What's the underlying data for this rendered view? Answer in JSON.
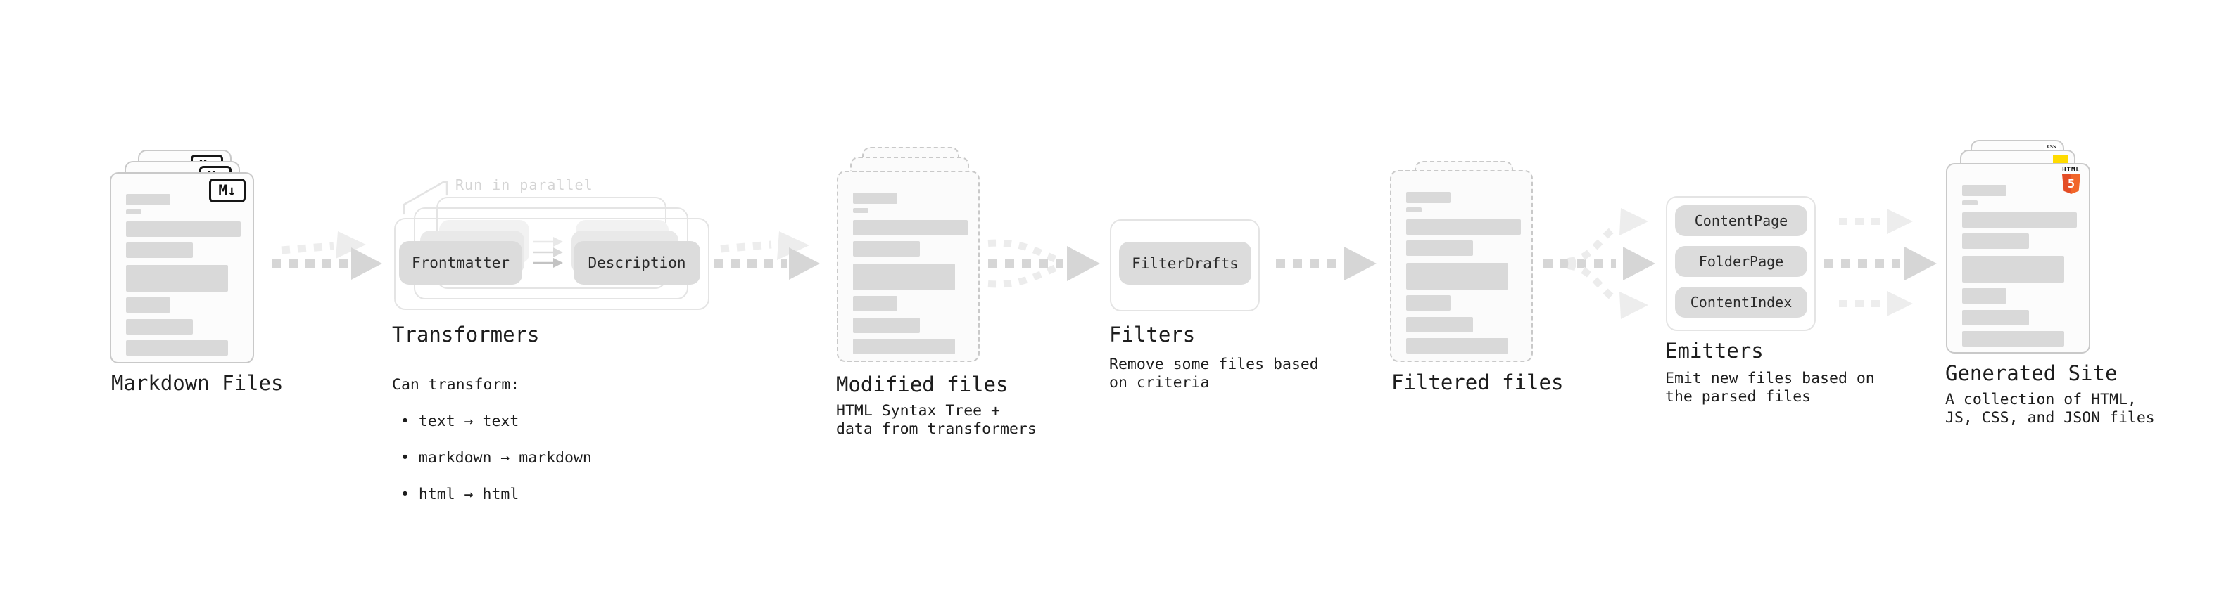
{
  "stages": {
    "markdown_files": {
      "title": "Markdown Files",
      "badge": "M↓"
    },
    "transformers": {
      "title": "Transformers",
      "annotation": "Run in parallel",
      "source_node": "Frontmatter",
      "target_node": "Description",
      "desc_title": "Can transform:",
      "bullets": [
        "• text → text",
        "• markdown → markdown",
        "• html → html"
      ]
    },
    "modified_files": {
      "title": "Modified files",
      "description": "HTML Syntax Tree +\ndata from transformers"
    },
    "filters": {
      "title": "Filters",
      "nodes": [
        "FilterDrafts"
      ],
      "description": "Remove some files based\non criteria"
    },
    "filtered_files": {
      "title": "Filtered files"
    },
    "emitters": {
      "title": "Emitters",
      "nodes": [
        "ContentPage",
        "FolderPage",
        "ContentIndex"
      ],
      "description": "Emit new files based on\nthe parsed files"
    },
    "generated_site": {
      "title": "Generated Site",
      "description": "A collection of HTML,\nJS, CSS, and JSON files",
      "badges": {
        "html": "HTML",
        "html_number": "5",
        "css": "CSS"
      }
    }
  },
  "colors": {
    "html5_orange": "#e44d26",
    "html5_orange_light": "#f16529",
    "js_yellow": "#ffdb00",
    "css_blue": "#2760e6",
    "node_fill": "#dcdcdc",
    "skeleton_bar": "#d9d9d9",
    "arrow_dark": "#d6d6d6",
    "arrow_light": "#ededed",
    "annotation_gray": "#d4d4d4"
  }
}
